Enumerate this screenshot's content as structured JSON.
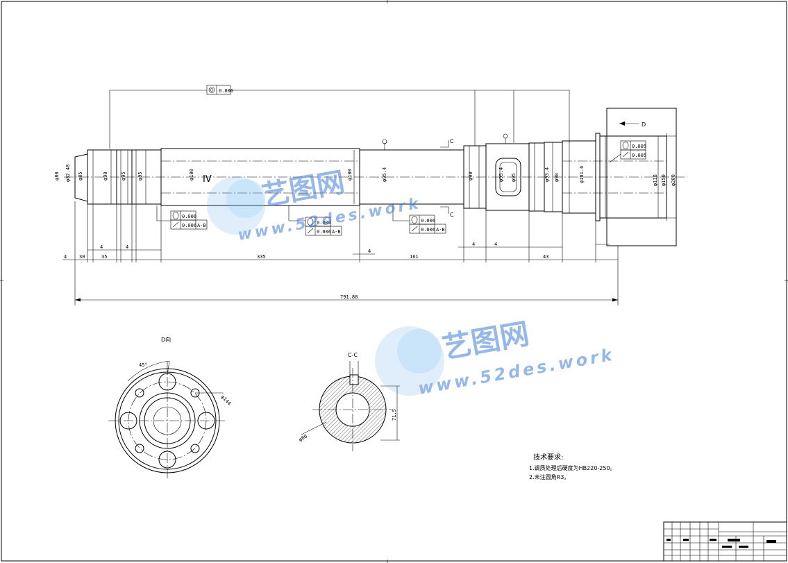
{
  "main_view": {
    "coaxiality": {
      "value": "0.006"
    },
    "boxes": [
      {
        "r1": "0.006",
        "r2": "0.006",
        "datum": "A-B"
      },
      {
        "r1": "0.006",
        "r2": "0.006",
        "datum": "A-B"
      },
      {
        "r1": "0.006",
        "r2": "0.006",
        "datum": "A-B"
      },
      {
        "r1": "0.005",
        "r2": "0.005",
        "datum": ""
      }
    ],
    "section_mark": "C",
    "view_mark": "D",
    "roman_label": "IV",
    "overall_length": "791.88",
    "dims_bottom": [
      "4",
      "30",
      "4",
      "35",
      "4",
      "335",
      "4",
      "161",
      "4",
      "4",
      "43"
    ],
    "vertical_dims_right": [
      "φ118",
      "φ150",
      "φ200"
    ]
  },
  "view_d": {
    "title": "D向",
    "angle": "45°",
    "pcd": "φ144"
  },
  "section_cc": {
    "title": "C-C",
    "right_dim": "71.5",
    "left_dim": "φ80"
  },
  "notes": {
    "heading": "技术要求:",
    "lines": [
      "1.调质处理后硬度为HB220-250。",
      "2.未注圆角R3。"
    ]
  },
  "watermarks": [
    {
      "brand": "艺图网",
      "url": "www.52des.work"
    },
    {
      "brand": "艺图网",
      "url": "www.52des.work"
    }
  ]
}
